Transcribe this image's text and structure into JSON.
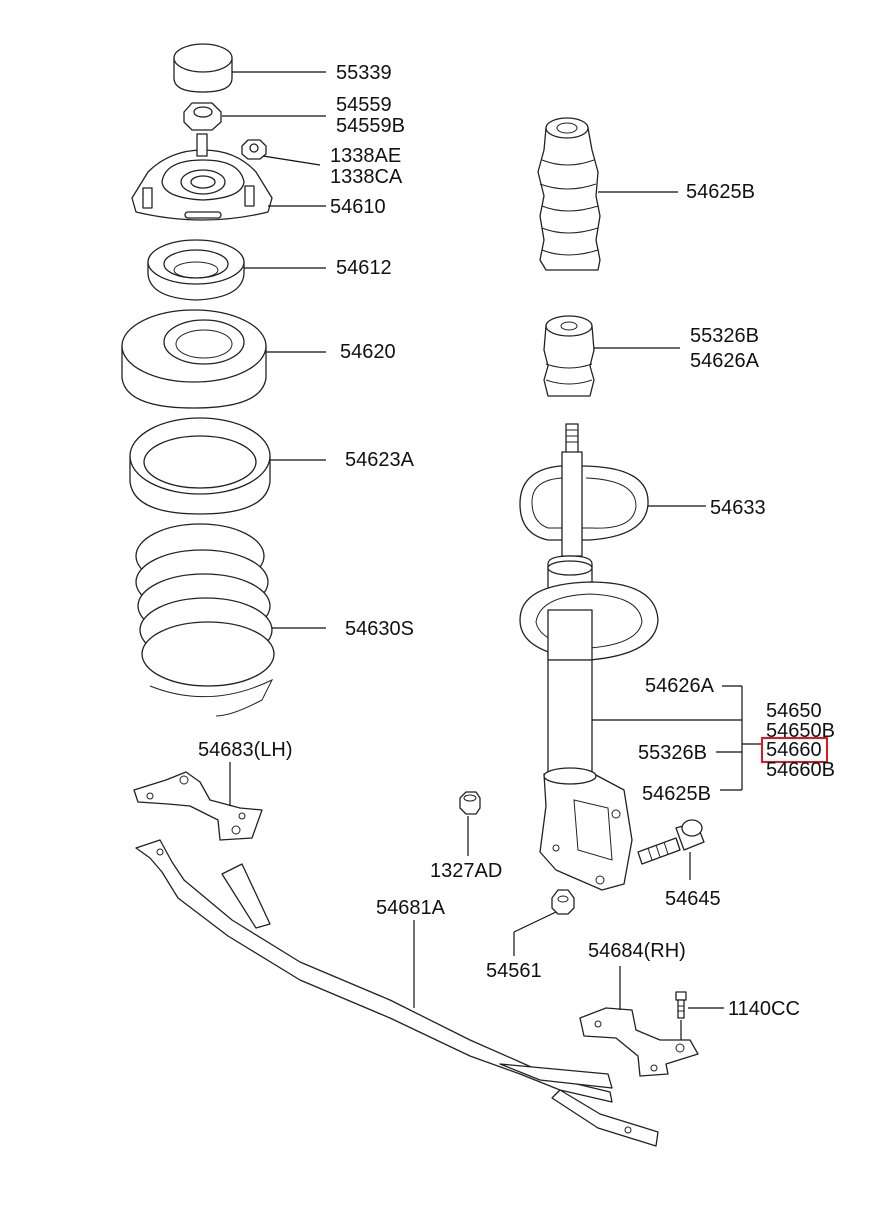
{
  "highlight": {
    "part": "54660",
    "color": "#e8141b"
  },
  "labels": {
    "p55339": "55339",
    "p54559": "54559",
    "p54559b": "54559B",
    "p1338ae": "1338AE",
    "p1338ca": "1338CA",
    "p54610": "54610",
    "p54612": "54612",
    "p54620": "54620",
    "p54623a": "54623A",
    "p54630s": "54630S",
    "p54683lh": "54683(LH)",
    "p54625b_top": "54625B",
    "p55326b_top": "55326B",
    "p54626a_top": "54626A",
    "p54633": "54633",
    "p54626a_grp": "54626A",
    "p55326b_grp": "55326B",
    "p54625b_grp": "54625B",
    "p54650": "54650",
    "p54650b": "54650B",
    "p54660": "54660",
    "p54660b": "54660B",
    "p1327ad": "1327AD",
    "p54645": "54645",
    "p54681a": "54681A",
    "p54561": "54561",
    "p54684rh": "54684(RH)",
    "p1140cc": "1140CC"
  }
}
